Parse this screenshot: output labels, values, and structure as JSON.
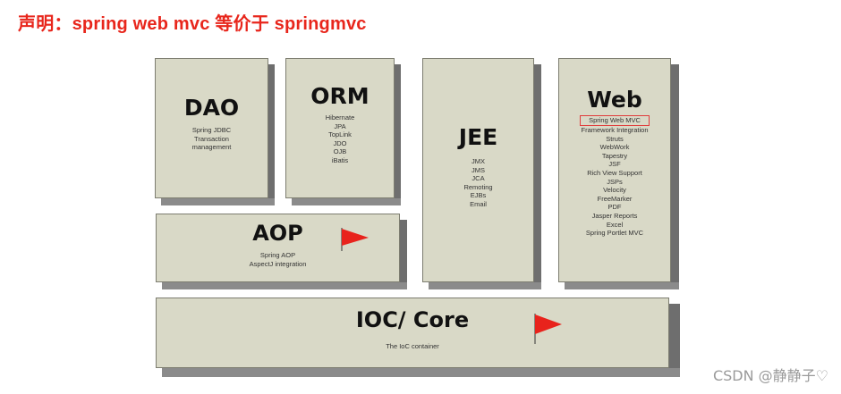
{
  "heading": "声明：spring web mvc 等价于 springmvc",
  "modules": {
    "dao": {
      "title": "DAO",
      "items": [
        "Spring JDBC",
        "Transaction",
        "management"
      ]
    },
    "orm": {
      "title": "ORM",
      "items": [
        "Hibernate",
        "JPA",
        "TopLink",
        "JDO",
        "OJB",
        "iBatis"
      ]
    },
    "jee": {
      "title": "JEE",
      "items": [
        "JMX",
        "JMS",
        "JCA",
        "Remoting",
        "EJBs",
        "Email"
      ]
    },
    "web": {
      "title": "Web",
      "highlighted_item": "Spring Web MVC",
      "items": [
        "Framework Integration",
        "Struts",
        "WebWork",
        "Tapestry",
        "JSF",
        "Rich View Support",
        "JSPs",
        "Velocity",
        "FreeMarker",
        "PDF",
        "Jasper Reports",
        "Excel",
        "Spring Portlet MVC"
      ]
    },
    "aop": {
      "title": "AOP",
      "items": [
        "Spring AOP",
        "AspectJ integration"
      ]
    },
    "core": {
      "title": "IOC/ Core",
      "items": [
        "The IoC container"
      ]
    }
  },
  "colors": {
    "heading": "#e8261c",
    "box_face": "#d9d9c7",
    "flag": "#e8231c",
    "highlight_border": "#e03c3c"
  },
  "icons": {
    "aop_marker": "red-flag-icon",
    "core_marker": "red-flag-icon"
  },
  "watermark": "CSDN @静静子♡"
}
